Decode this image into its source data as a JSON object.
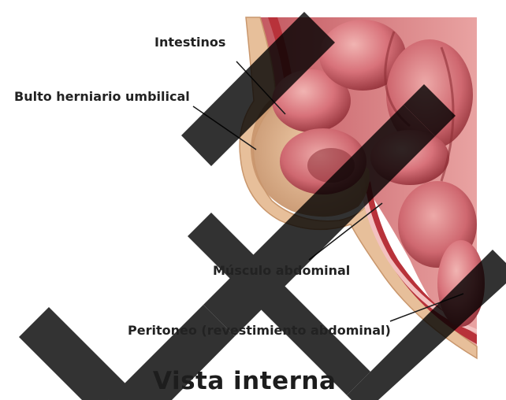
{
  "colors": {
    "skin": "#e7bf9a",
    "skin_shadow": "#c9976d",
    "fat_layer": "#f2d7b8",
    "muscle_red": "#b8323a",
    "muscle_light": "#e49592",
    "intestine_base": "#d9757a",
    "intestine_dark": "#8e2f36",
    "intestine_highlight": "#f3c1c0",
    "watermark": "#000000",
    "leader_line": "#1a1a1a"
  },
  "labels": {
    "intestines": "Intestinos",
    "hernia": "Bulto herniario umbilical",
    "muscle": "Músculo abdominal",
    "peritoneum": "Peritoneo (revestimiento abdominal)"
  },
  "title": "Vista interna",
  "watermark_icon": "diagonal-checkmark-watermark"
}
